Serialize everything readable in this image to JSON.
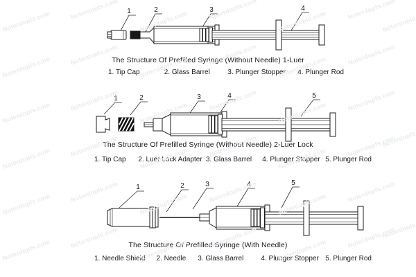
{
  "page": {
    "background_color": "#ffffff",
    "ink_color": "#1a1a1a",
    "watermark_text": "Noterdopfs.com"
  },
  "sections": [
    {
      "id": "section-1-luer",
      "title": "The Structure Of Prefilled Syringe (Without Needle) 1-Luer",
      "callouts": [
        "1",
        "2",
        "3",
        "4"
      ],
      "legend": [
        "1. Tip Cap",
        "2. Glass Barrel",
        "3. Plunger Stopper",
        "4. Plunger Rod"
      ]
    },
    {
      "id": "section-2-luer-lock",
      "title": "The Structure Of Prefilled Syringe (Without Needle) 2-Luer Lock",
      "callouts": [
        "1",
        "2",
        "3",
        "4",
        "5"
      ],
      "legend": [
        "1. Tip Cap",
        "2. Luer Lock Adapter",
        "3. Glass Barrel",
        "4. Plunger Stopper",
        "5. Plunger Rod"
      ]
    },
    {
      "id": "section-3-with-needle",
      "title": "The Structure Of Prefilled Syringe (With Needle)",
      "callouts": [
        "1",
        "2",
        "3",
        "4",
        "5"
      ],
      "legend": [
        "1. Needle Shield",
        "2. Needle",
        "3. Glass Barrel",
        "4. Plunger Stopper",
        "5. Plunger Rod"
      ]
    }
  ]
}
